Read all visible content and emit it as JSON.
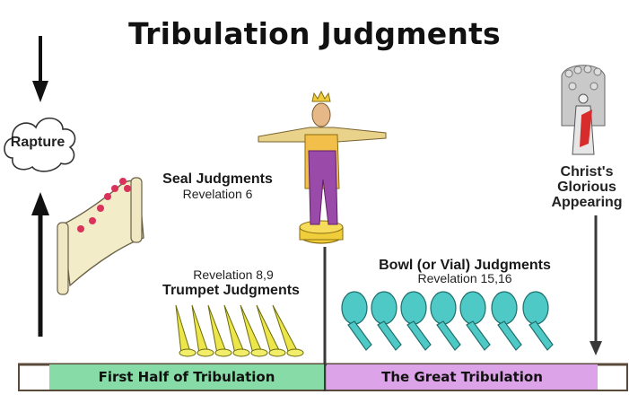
{
  "title": "Tribulation Judgments",
  "rapture": {
    "label": "Rapture"
  },
  "seal": {
    "title": "Seal Judgments",
    "reference": "Revelation 6"
  },
  "trumpet": {
    "reference": "Revelation 8,9",
    "title": "Trumpet Judgments"
  },
  "bowl": {
    "title": "Bowl (or Vial) Judgments",
    "reference": "Revelation 15,16"
  },
  "christ": {
    "line1": "Christ's",
    "line2": "Glorious",
    "line3": "Appearing"
  },
  "periods": [
    {
      "label": "First Half of Tribulation",
      "color": "#86dba6"
    },
    {
      "label": "The Great Tribulation",
      "color": "#dda3e8"
    }
  ],
  "icons": [
    "rapture-cloud-icon",
    "scroll-icon",
    "antichrist-statue-icon",
    "trumpet-icon",
    "bowl-icon",
    "christ-with-saints-icon"
  ]
}
